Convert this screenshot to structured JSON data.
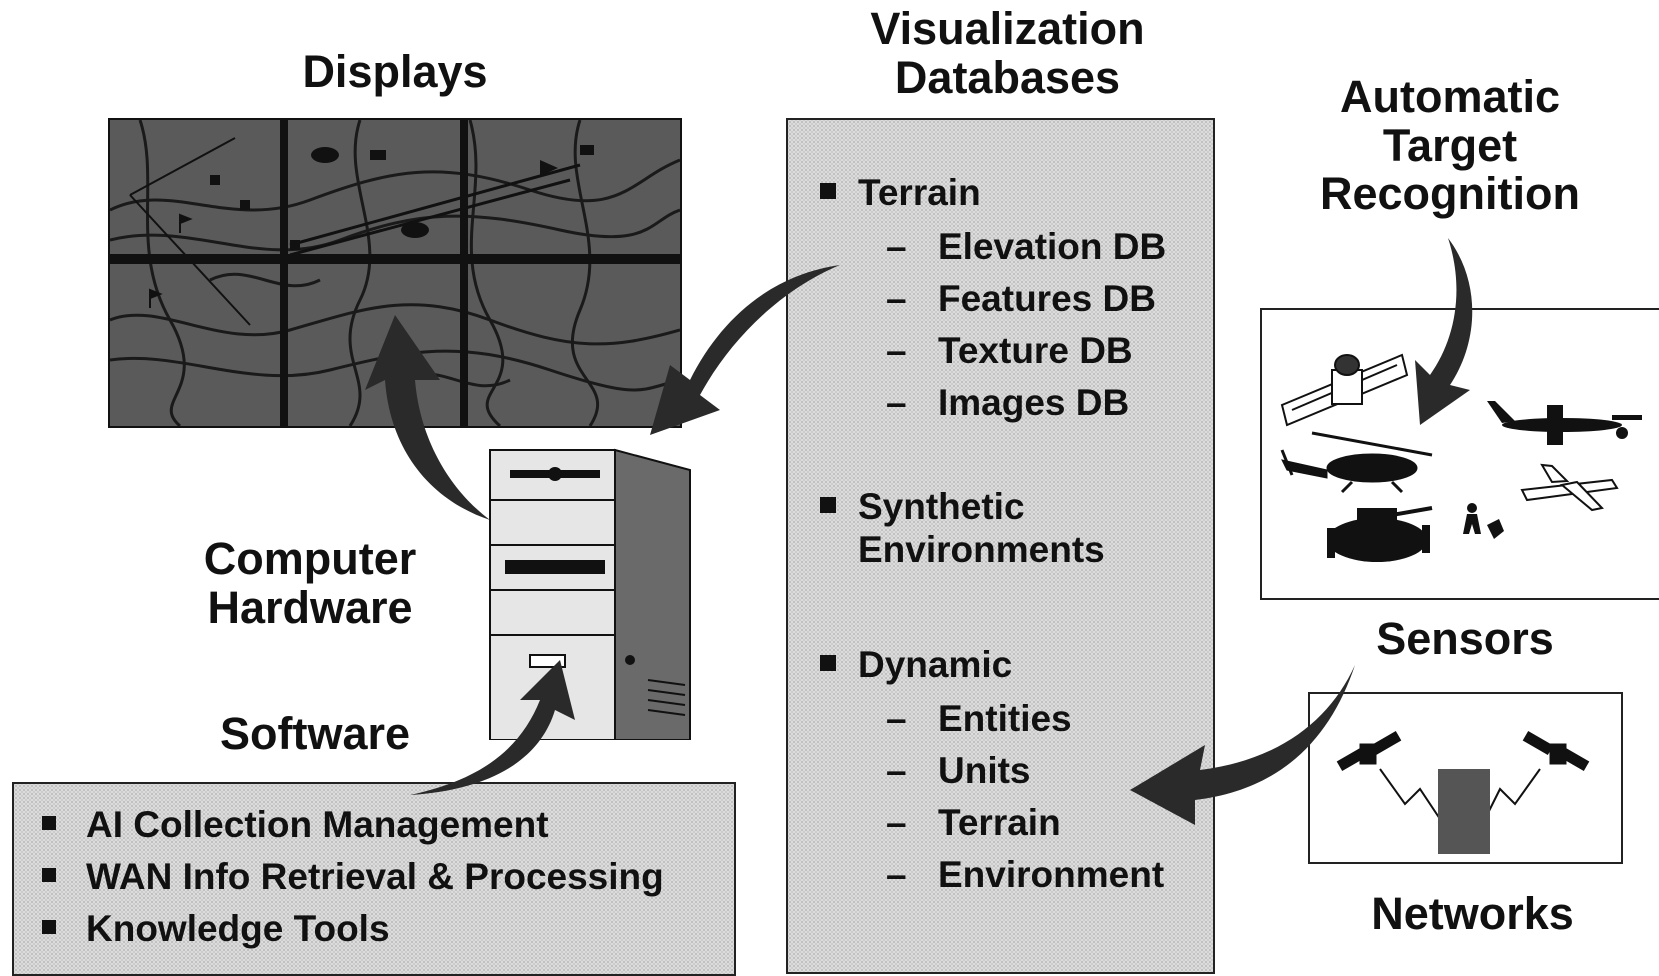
{
  "labels": {
    "displays": "Displays",
    "viz_title_line1": "Visualization",
    "viz_title_line2": "Databases",
    "atr_line1": "Automatic",
    "atr_line2": "Target",
    "atr_line3": "Recognition",
    "computer_line1": "Computer",
    "computer_line2": "Hardware",
    "software": "Software",
    "sensors": "Sensors",
    "networks": "Networks"
  },
  "viz_databases": {
    "terrain": {
      "label": "Terrain",
      "items": [
        "Elevation DB",
        "Features DB",
        "Texture DB",
        "Images DB"
      ]
    },
    "synthetic": {
      "line1": "Synthetic",
      "line2": "Environments"
    },
    "dynamic": {
      "label": "Dynamic",
      "items": [
        "Entities",
        "Units",
        "Terrain",
        "Environment"
      ]
    }
  },
  "software_items": [
    "AI Collection Management",
    "WAN Info Retrieval & Processing",
    "Knowledge Tools"
  ],
  "icons": [
    "map-display-icon",
    "computer-tower-icon",
    "satellite-icon",
    "aircraft-icon",
    "helicopter-icon",
    "tank-icon",
    "drone-icon",
    "soldier-icon",
    "arrow-icon"
  ],
  "colors": {
    "panel_fill": "#dcdcdc",
    "map_fill": "#4a4a4a",
    "arrow": "#2a2a2a",
    "text": "#111111"
  }
}
